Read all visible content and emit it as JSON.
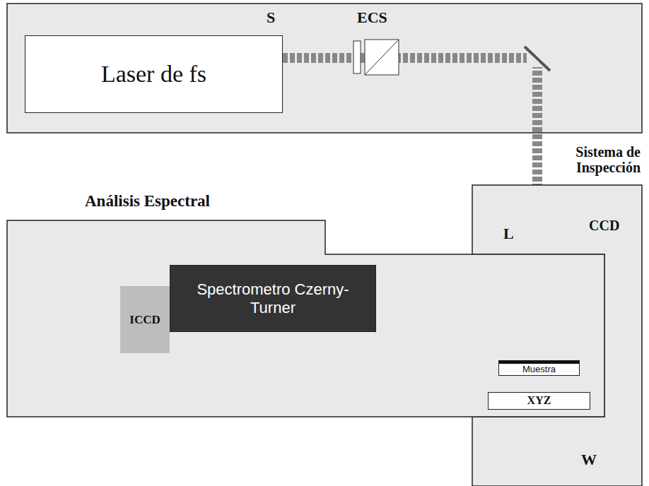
{
  "diagram": {
    "nodes": [
      {
        "text": [
          "Laser de fs"
        ]
      },
      {
        "text": [
          "Sistema de Inspección"
        ]
      },
      {
        "text": [
          "Análisis Espectral"
        ]
      },
      {
        "text": [
          "Spectrometro Czerny-Turner"
        ],
        "in": 2
      },
      {
        "text": [
          "ICCD"
        ],
        "in": 2
      },
      {
        "text": [
          "Muestra"
        ],
        "in": 2
      },
      {
        "text": [
          "XYZ"
        ],
        "in": 2
      }
    ],
    "labels": [
      "S",
      "ECS",
      "L",
      "CCD",
      "W"
    ]
  }
}
